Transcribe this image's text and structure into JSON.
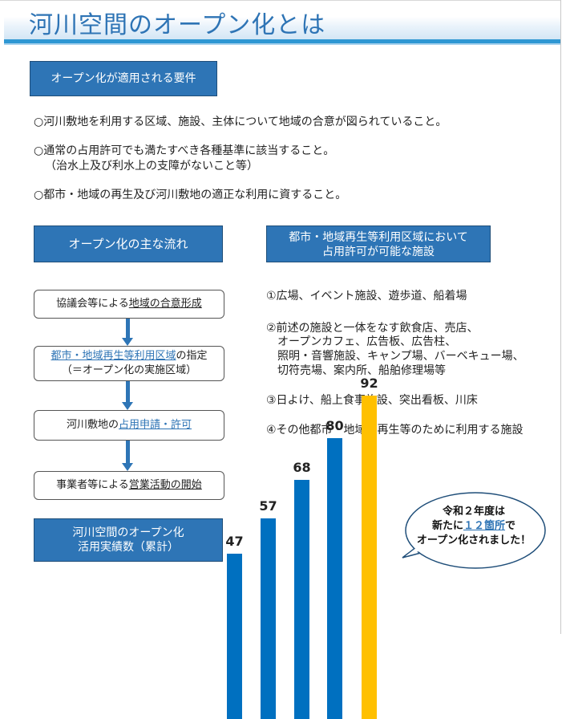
{
  "header": {
    "title": "河川空間のオープン化とは"
  },
  "requirements": {
    "heading": "オープン化が適用される要件",
    "items": [
      {
        "line1": "○河川敷地を利用する区域、施設、主体について地域の合意が図られていること。"
      },
      {
        "line1": "○通常の占用許可でも満たすべき各種基準に該当すること。",
        "line2": "（治水上及び利水上の支障がないこと等）"
      },
      {
        "line1": "○都市・地域の再生及び河川敷地の適正な利用に資すること。"
      }
    ]
  },
  "flow": {
    "heading": "オープン化の主な流れ",
    "steps": [
      {
        "prefix": "協議会等による",
        "key": "地域の合意形成",
        "suffix": ""
      },
      {
        "key": "都市・地域再生等利用区域",
        "suffix": "の指定",
        "line2": "（＝オープン化の実施区域）"
      },
      {
        "prefix": "河川敷地の",
        "key": "占用申請・許可",
        "suffix": ""
      },
      {
        "prefix": "事業者等による",
        "key": "営業活動の開始",
        "suffix": ""
      }
    ]
  },
  "facilities": {
    "heading_line1": "都市・地域再生等利用区域において",
    "heading_line2": "占用許可が可能な施設",
    "items": [
      {
        "lines": [
          "①広場、イベント施設、遊歩道、船着場"
        ]
      },
      {
        "lines": [
          "②前述の施設と一体をなす飲食店、売店、",
          "　オープンカフェ、広告板、広告柱、",
          "　照明・音響施設、キャンプ場、バーベキュー場、",
          "　切符売場、案内所、船舶修理場等"
        ]
      },
      {
        "lines": [
          "③日よけ、船上食事施設、突出看板、川床"
        ]
      },
      {
        "lines": [
          "④その他都市・地域の再生等のために利用する施設"
        ]
      }
    ]
  },
  "results": {
    "heading_line1": "河川空間のオープン化",
    "heading_line2": "活用実績数（累計）"
  },
  "callout": {
    "line1": "令和２年度は",
    "line2_prefix": "新たに",
    "line2_link": "１２箇所",
    "line2_suffix": "で",
    "line3": "オープン化されました！"
  },
  "chart_data": {
    "type": "bar",
    "title": "",
    "xlabel": "",
    "ylabel": "",
    "values": [
      47,
      57,
      68,
      80,
      92
    ],
    "colors": [
      "#0070c0",
      "#0070c0",
      "#0070c0",
      "#0070c0",
      "#ffc000"
    ]
  }
}
